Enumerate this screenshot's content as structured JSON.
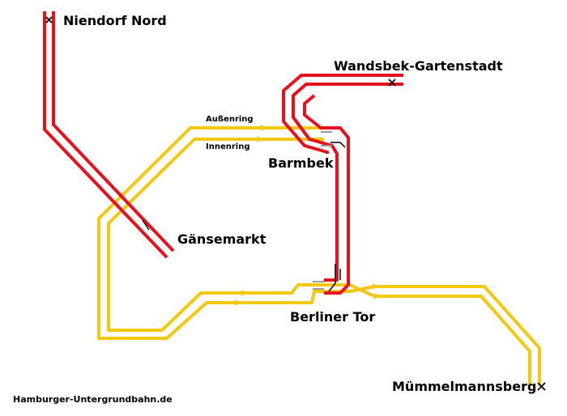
{
  "colors": {
    "red_line": "#e8101c",
    "yellow_line": "#f2c811",
    "background": "#ffffff",
    "text": "#000000"
  },
  "stations": {
    "niendorf_nord": "Niendorf Nord",
    "wandsbek_gartenstadt": "Wandsbek-Gartenstadt",
    "barmbek": "Barmbek",
    "gaensemarkt": "Gänsemarkt",
    "berliner_tor": "Berliner Tor",
    "muemmelmannsberg": "Mümmelmannsberg"
  },
  "ring_labels": {
    "outer": "Außenring",
    "inner": "Innenring"
  },
  "credit": "Hamburger-Untergrundbahn.de"
}
